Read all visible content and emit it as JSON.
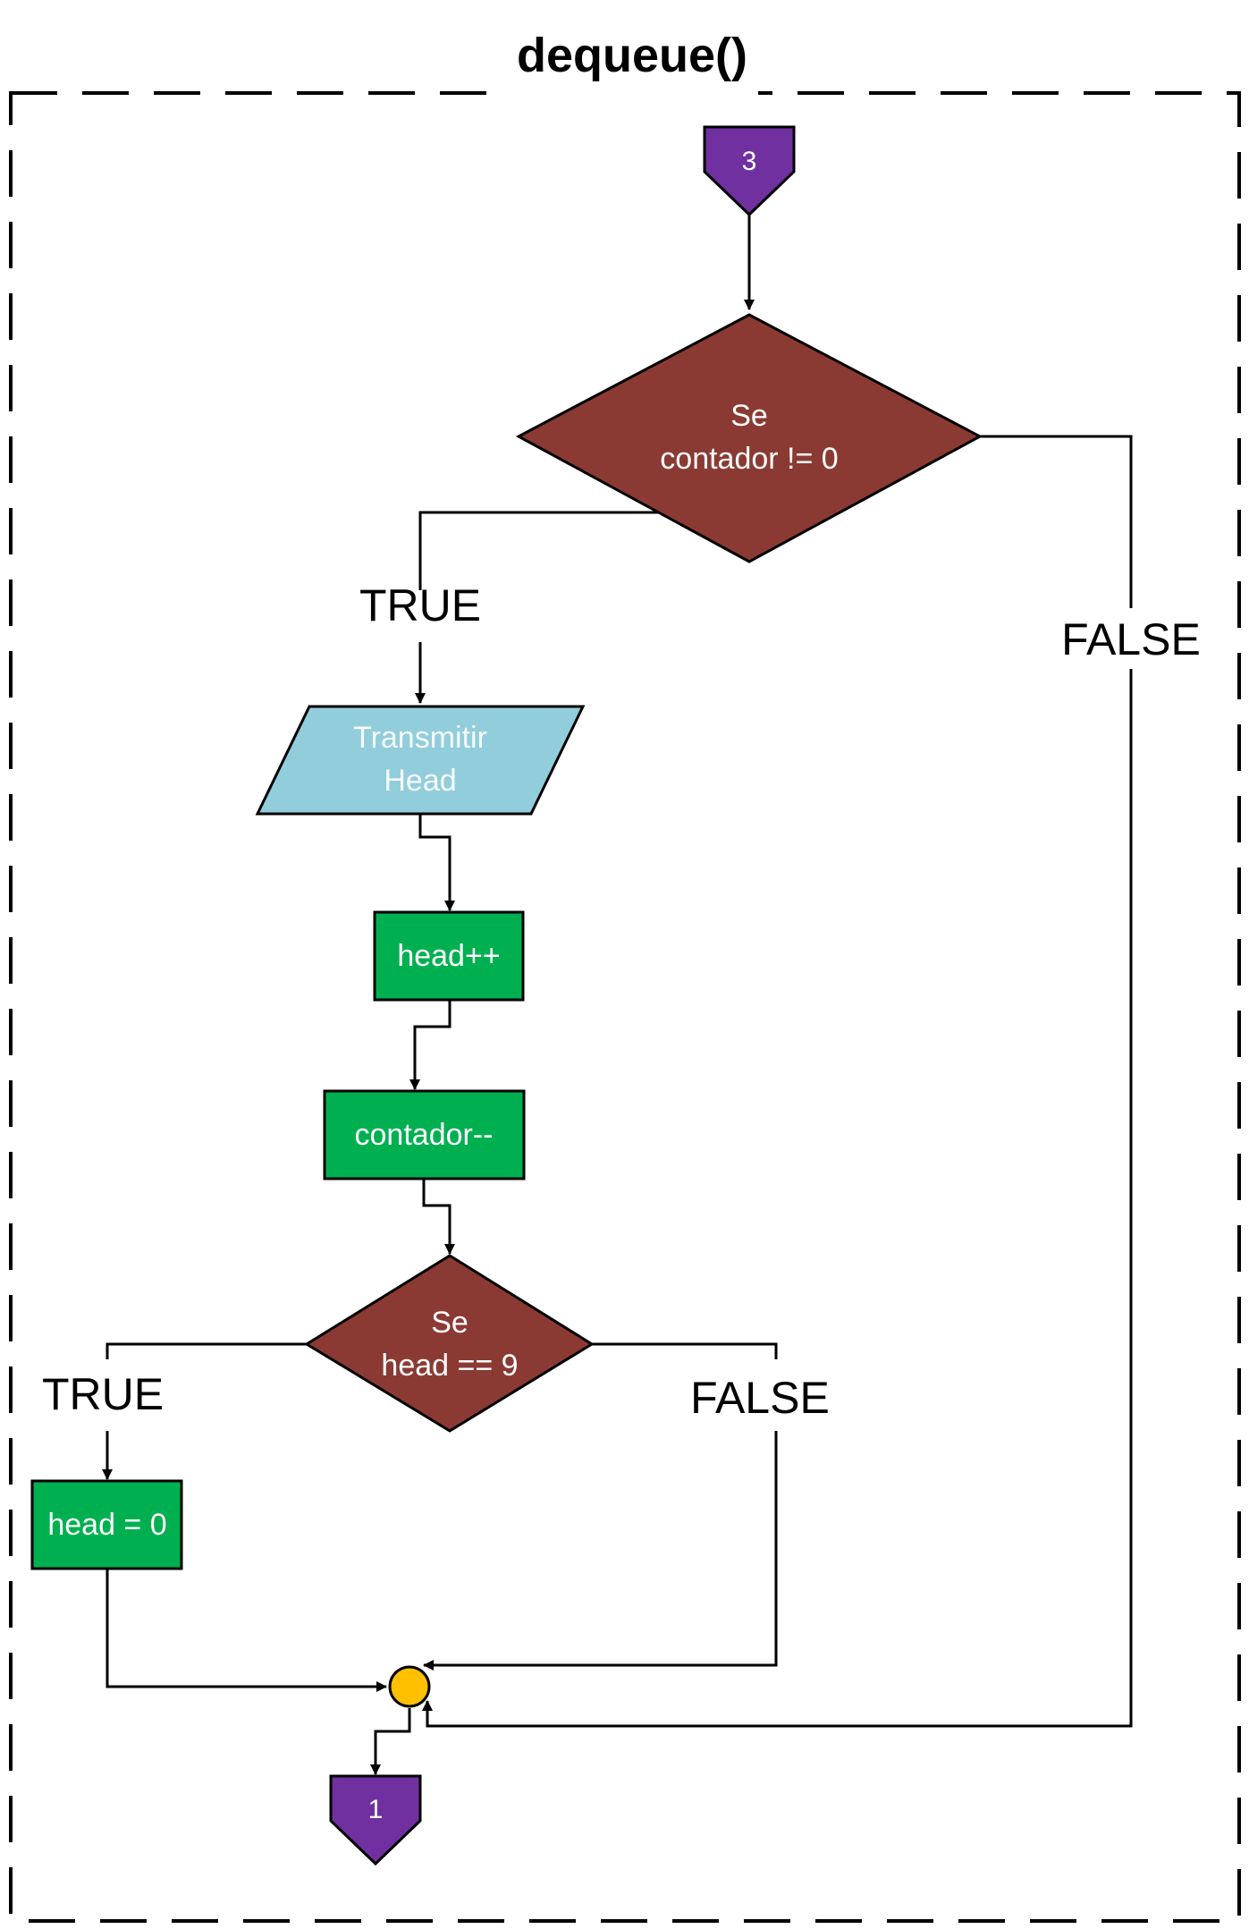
{
  "title": "dequeue()",
  "colors": {
    "decision": "#8b3a33",
    "process": "#00b050",
    "io": "#92cddc",
    "connector": "#7030a0",
    "junction": "#ffc000"
  },
  "nodes": {
    "start_connector": "3",
    "decision1": {
      "line1": "Se",
      "line2": "contador != 0"
    },
    "io": {
      "line1": "Transmitir",
      "line2": "Head"
    },
    "process1": "head++",
    "process2": "contador--",
    "decision2": {
      "line1": "Se",
      "line2": "head == 9"
    },
    "process3": "head = 0",
    "end_connector": "1"
  },
  "edges": {
    "d1_true": "TRUE",
    "d1_false": "FALSE",
    "d2_true": "TRUE",
    "d2_false": "FALSE"
  }
}
